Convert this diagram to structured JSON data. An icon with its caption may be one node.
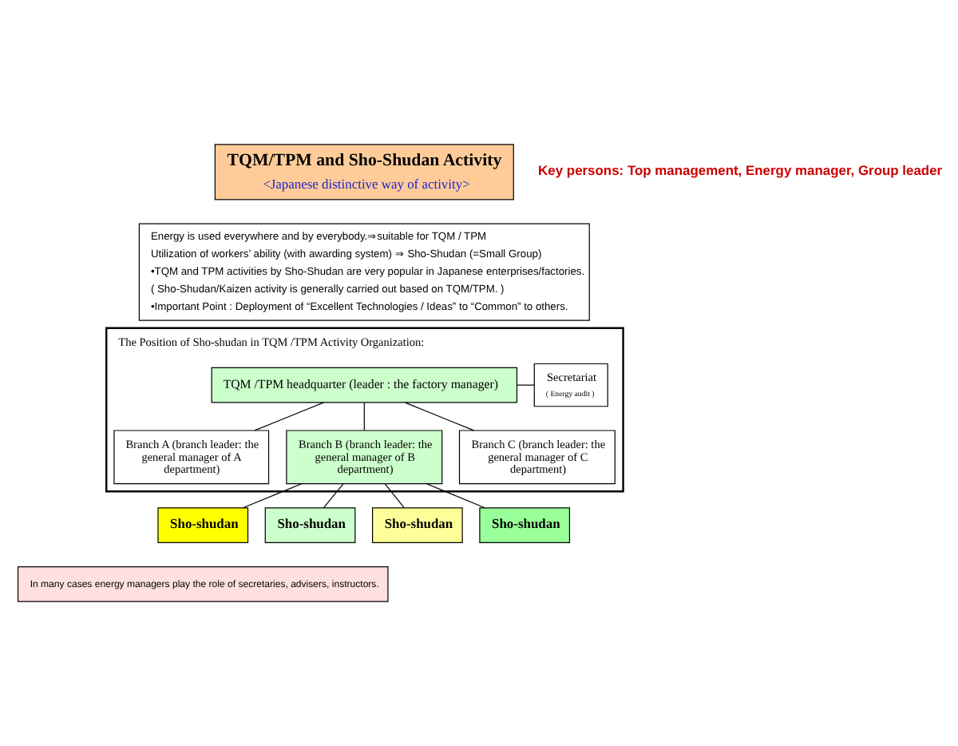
{
  "diagram": {
    "nodes": [
      {
        "text": [
          "TQM/TPM and Sho-Shudan Activity",
          "<Japanese distinctive way of activity>"
        ]
      },
      {
        "text": [
          "Energy is used everywhere and by everybody.⇒suitable for TQM / TPM",
          "Utilization of workers’ ability (with awarding system) ⇒ Sho-Shudan (=Small Group)",
          "•TQM and TPM activities by Sho-Shudan are very popular in Japanese enterprises/factories.",
          "( Sho-Shudan/Kaizen activity is generally carried out based on TQM/TPM. )",
          "•Important Point : Deployment of “Excellent Technologies / Ideas” to “Common” to others."
        ]
      },
      {
        "text": [
          "The Position of Sho-shudan in TQM /TPM Activity Organization:"
        ]
      },
      {
        "text": [
          "TQM /TPM headquarter (leader : the factory manager)"
        ],
        "in": 2
      },
      {
        "text": [
          "Secretariat",
          "( Energy audit )"
        ],
        "in": 2
      },
      {
        "text": [
          "Branch A (branch leader: the general manager of A department)"
        ],
        "in": 2
      },
      {
        "text": [
          "Branch B (branch leader: the general manager of B department)"
        ],
        "in": 2
      },
      {
        "text": [
          "Branch C (branch leader: the general manager of C department)"
        ],
        "in": 2
      },
      {
        "text": [
          "Sho-shudan"
        ]
      },
      {
        "text": [
          "Sho-shudan"
        ]
      },
      {
        "text": [
          "Sho-shudan"
        ]
      },
      {
        "text": [
          "Sho-shudan"
        ]
      },
      {
        "text": [
          "In many cases energy managers play the role of secretaries, advisers, instructors."
        ]
      }
    ],
    "edges": [
      {
        "from": 3,
        "to": 4,
        "arrow": "none"
      },
      {
        "from": 3,
        "to": 5,
        "arrow": "none"
      },
      {
        "from": 3,
        "to": 6,
        "arrow": "none"
      },
      {
        "from": 3,
        "to": 7,
        "arrow": "none"
      },
      {
        "from": 6,
        "to": 8,
        "arrow": "none"
      },
      {
        "from": 6,
        "to": 9,
        "arrow": "none"
      },
      {
        "from": 6,
        "to": 10,
        "arrow": "none"
      },
      {
        "from": 6,
        "to": 11,
        "arrow": "none"
      }
    ],
    "labels": [
      "Key persons: Top management, Energy manager, Group leader"
    ]
  }
}
